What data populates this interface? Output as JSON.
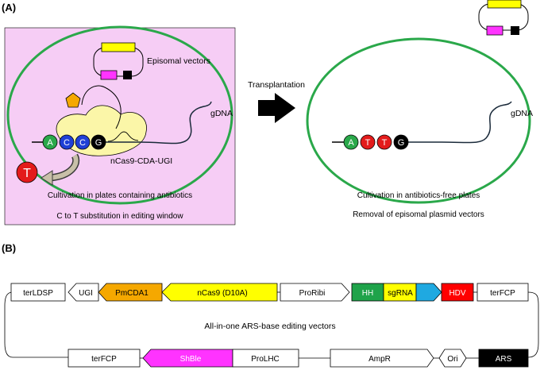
{
  "panel_a": {
    "label": "(A)",
    "episomal_vectors_label": "Episomal vectors",
    "gdna_label_left": "gDNA",
    "gdna_label_right": "gDNA",
    "enzyme_label": "nCas9-CDA-UGI",
    "left_bases": [
      "A",
      "C",
      "C",
      "G"
    ],
    "right_bases": [
      "A",
      "T",
      "T",
      "G"
    ],
    "t_badge": "T",
    "arrow_label": "Transplantation",
    "left_caption": "Cultivation in plates containing antibiotics",
    "left_subcaption": "C to T substitution in editing window",
    "right_caption": "Cultivation in antibiotics-free plates",
    "right_subcaption": "Removal of episomal plasmid vectors",
    "colors": {
      "cell_bg": "#f6cdf5",
      "cell_border": "#2aa84a",
      "base_A": "#2aa84a",
      "base_C": "#1f3fd6",
      "base_G": "#000000",
      "base_T": "#e31b1b",
      "yellow_box": "#ffff00",
      "magenta_box": "#ff33ff",
      "guide_pentagon": "#f5a800",
      "enzyme_blob": "#fbf6a8"
    }
  },
  "panel_b": {
    "label": "(B)",
    "center_label": "All-in-one ARS-base editing vectors",
    "top_row": {
      "terLDSP": "terLDSP",
      "UGI": "UGI",
      "PmCDA1": "PmCDA1",
      "nCas9": "nCas9 (D10A)",
      "ProRibi": "ProRibi",
      "HH": "HH",
      "sgRNA": "sgRNA",
      "HDV": "HDV",
      "terFCP": "terFCP"
    },
    "bottom_row": {
      "terFCP": "terFCP",
      "ShBle": "ShBle",
      "ProLHC": "ProLHC",
      "AmpR": "AmpR",
      "Ori": "Ori",
      "ARS": "ARS"
    },
    "colors": {
      "PmCDA1": "#f5a800",
      "nCas9": "#ffff00",
      "HH": "#1fa34a",
      "sgRNA": "#ffff00",
      "sgRNA_arrow": "#1fa9e1",
      "HDV": "#ff0000",
      "ShBle": "#ff33ff",
      "ARS": "#000000"
    }
  }
}
